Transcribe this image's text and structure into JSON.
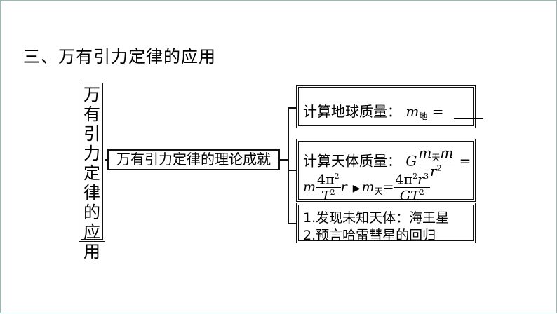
{
  "section_title": "三、万有引力定律的应用",
  "root": {
    "chars": [
      "万",
      "有",
      "引",
      "力",
      "定",
      "律",
      "的",
      "应",
      "用"
    ]
  },
  "middle": {
    "label": "万有引力定律的理论成就"
  },
  "branches": {
    "earth_mass": {
      "label": "计算地球质量：",
      "symbol": "m",
      "subscript": "地",
      "equals": "="
    },
    "celestial_mass": {
      "label": "计算天体质量：",
      "G": "G",
      "m_sym": "m",
      "m_sub": "天",
      "r": "r",
      "sq": "2",
      "four_pi": "4π",
      "T": "T",
      "arrow": "▶",
      "equals": "=",
      "G2": "G",
      "r_cube": "3"
    },
    "discoveries": {
      "line1": "1.发现未知天体：海王星",
      "line2": "2.预言哈雷彗星的回归"
    }
  }
}
